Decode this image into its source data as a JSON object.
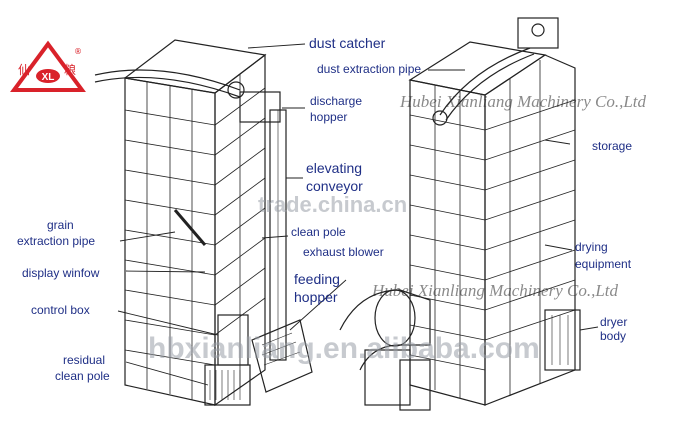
{
  "logo": {
    "mark": "XL",
    "left_char": "仙",
    "right_char": "粮",
    "registered": "®",
    "color": "#d9222a"
  },
  "labels": {
    "dust_catcher": "dust catcher",
    "dust_extraction_pipe": "dust extraction pipe",
    "discharge_hopper_1": "discharge",
    "discharge_hopper_2": "hopper",
    "elevating_conveyor_1": "elevating",
    "elevating_conveyor_2": "conveyor",
    "storage": "storage",
    "grain_extraction_pipe_1": "grain",
    "grain_extraction_pipe_2": "extraction pipe",
    "clean_pole": "clean pole",
    "exhaust_blower": "exhaust blower",
    "drying_equipment_1": "drying",
    "drying_equipment_2": "equipment",
    "display_window": "display winfow",
    "feeding_hopper_1": "feeding",
    "feeding_hopper_2": "hopper",
    "control_box": "control box",
    "dryer_body_1": "dryer",
    "dryer_body_2": "body",
    "residual_clean_pole_1": "residual",
    "residual_clean_pole_2": "clean pole"
  },
  "watermarks": {
    "company_1": "Hubei Xianliang Machinery Co.,Ltd",
    "company_2": "Hubei Xianliang Machinery Co.,Ltd",
    "site_1": "trade.china.cn",
    "site_2": "hbxianliang.en.alibaba.com"
  },
  "colors": {
    "label": "#1f2f86",
    "line": "#222222"
  }
}
